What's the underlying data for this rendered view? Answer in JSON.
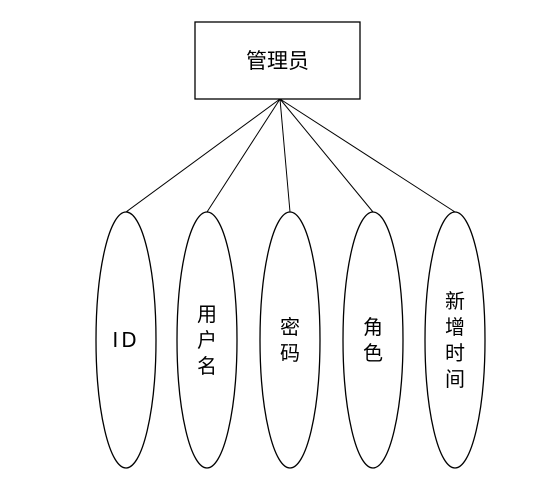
{
  "entity": {
    "label": "管理员"
  },
  "attributes": [
    {
      "id": "id",
      "label": "ID"
    },
    {
      "id": "username",
      "label": "用户名"
    },
    {
      "id": "password",
      "label": "密码"
    },
    {
      "id": "role",
      "label": "角色"
    },
    {
      "id": "add-time",
      "label": "新增时间"
    }
  ]
}
